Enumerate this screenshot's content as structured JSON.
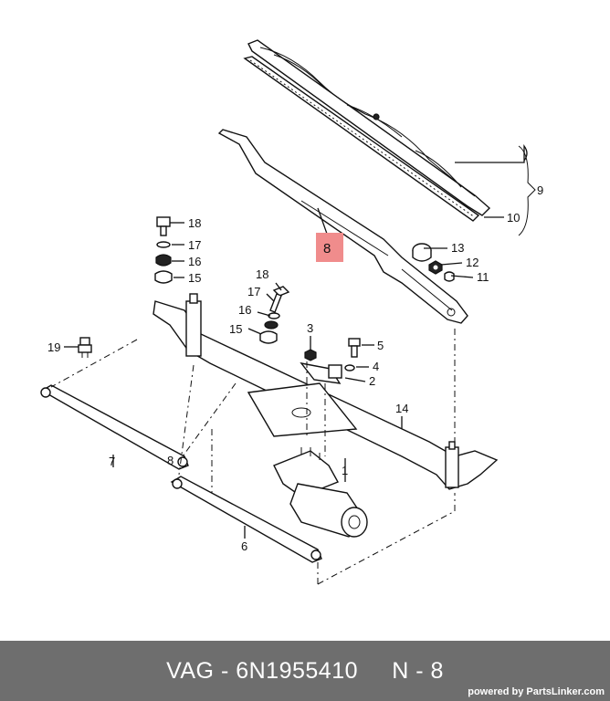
{
  "diagram": {
    "callouts": [
      {
        "id": "c-9",
        "text": "9"
      },
      {
        "id": "c-10",
        "text": "10"
      },
      {
        "id": "c-8",
        "text": "8",
        "highlight": true
      },
      {
        "id": "c-13",
        "text": "13"
      },
      {
        "id": "c-12",
        "text": "12"
      },
      {
        "id": "c-11",
        "text": "11"
      },
      {
        "id": "c-18a",
        "text": "18"
      },
      {
        "id": "c-17a",
        "text": "17"
      },
      {
        "id": "c-16a",
        "text": "16"
      },
      {
        "id": "c-15a",
        "text": "15"
      },
      {
        "id": "c-18b",
        "text": "18"
      },
      {
        "id": "c-17b",
        "text": "17"
      },
      {
        "id": "c-16b",
        "text": "16"
      },
      {
        "id": "c-15b",
        "text": "15"
      },
      {
        "id": "c-3",
        "text": "3"
      },
      {
        "id": "c-5",
        "text": "5"
      },
      {
        "id": "c-4",
        "text": "4"
      },
      {
        "id": "c-2",
        "text": "2"
      },
      {
        "id": "c-19",
        "text": "19"
      },
      {
        "id": "c-14",
        "text": "14"
      },
      {
        "id": "c-7",
        "text": "7"
      },
      {
        "id": "c-8b",
        "text": "8"
      },
      {
        "id": "c-1",
        "text": "1"
      },
      {
        "id": "c-6",
        "text": "6"
      }
    ],
    "highlight_color": "#f08c8c"
  },
  "footer": {
    "text": "VAG - 6N1955410     N - 8",
    "brand": "powered by PartsLinker.com",
    "background": "#6e6e6e"
  }
}
